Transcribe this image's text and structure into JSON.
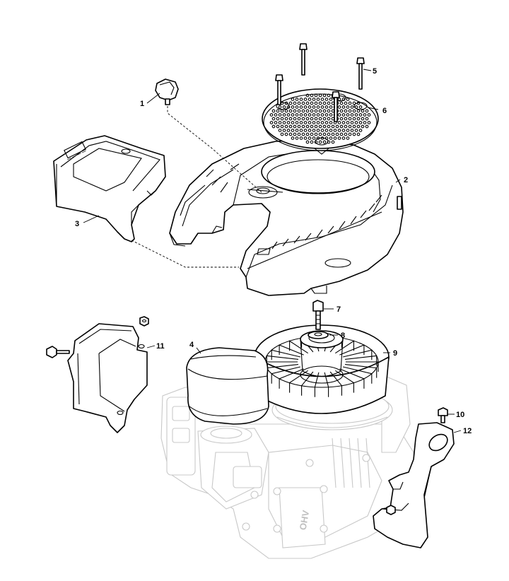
{
  "diagram": {
    "callouts": [
      {
        "id": "c1",
        "label": "1"
      },
      {
        "id": "c2",
        "label": "2"
      },
      {
        "id": "c3",
        "label": "3"
      },
      {
        "id": "c4",
        "label": "4"
      },
      {
        "id": "c5",
        "label": "5"
      },
      {
        "id": "c6",
        "label": "6"
      },
      {
        "id": "c7",
        "label": "7"
      },
      {
        "id": "c8",
        "label": "8"
      },
      {
        "id": "c9",
        "label": "9"
      },
      {
        "id": "c10",
        "label": "10"
      },
      {
        "id": "c11",
        "label": "11"
      },
      {
        "id": "c12",
        "label": "12"
      }
    ],
    "engine_logo": "OHV"
  },
  "colors": {
    "line": "#000000",
    "background_engine_line": "#c8c8c8"
  }
}
